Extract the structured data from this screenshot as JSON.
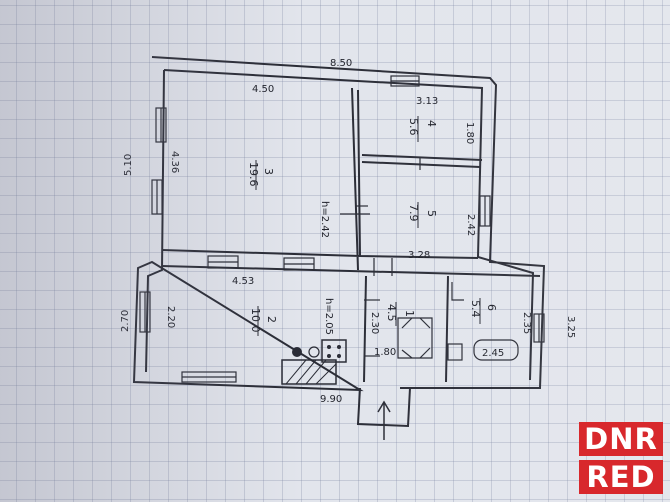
{
  "plan": {
    "outer_dimensions": {
      "top_width": "8.50",
      "left_height": "5.10",
      "left_lower": "2.70",
      "bottom_width": "9.90",
      "right_lower": "3.25"
    },
    "rooms": [
      {
        "number": "3",
        "area": "19.6",
        "width": "4.50",
        "depth": "4.36",
        "ceiling": "h=2.42"
      },
      {
        "number": "4",
        "area": "5.6",
        "width": "3.13",
        "depth": "1.80"
      },
      {
        "number": "5",
        "area": "7.9",
        "depth": "2.42",
        "width": "3.28"
      },
      {
        "number": "2",
        "area": "10.0",
        "width": "4.53",
        "depth": "2.20",
        "ceiling": "h=2.05"
      },
      {
        "number": "1",
        "area": "4.5",
        "depth": "2.30",
        "width": "1.80"
      },
      {
        "number": "6",
        "area": "5.4",
        "depth": "2.35",
        "width": "2.45"
      }
    ]
  },
  "watermark": {
    "line1": "DNR",
    "line2": "RED",
    "color": "#d8282c"
  }
}
